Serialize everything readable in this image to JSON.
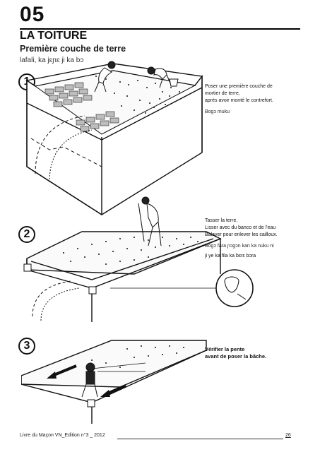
{
  "header": {
    "chapter_number": "05",
    "title": "LA TOITURE",
    "subtitle": "Première couche de terre",
    "local_subtitle": "lafali, ka jɛɲɛ ji ka bɔ"
  },
  "steps": [
    {
      "number": "1",
      "instruction_lines": [
        "Poser une première couche de",
        "mortier de terre,",
        "après avoir monté le contrefort."
      ],
      "local_lines": [
        "Bogɔ muku"
      ]
    },
    {
      "number": "2",
      "instruction_lines": [
        "Tasser la terre.",
        "Lisser avec du banco et de l'eau",
        "Balayer pour enlever les cailloux."
      ],
      "local_lines": [
        "Bogɔ fara ɲɔgɔn kan ka nuku ni",
        "ji ye ka fila ka bɛrɛ bɔra"
      ]
    },
    {
      "number": "3",
      "instruction_lines": [
        "Vérifier la pente",
        "avant de poser la bâche."
      ],
      "local_lines": []
    }
  ],
  "footer": {
    "left_text": "Livre du Maçon VN_Edition n°3 _ 2012",
    "page_number": "26"
  }
}
